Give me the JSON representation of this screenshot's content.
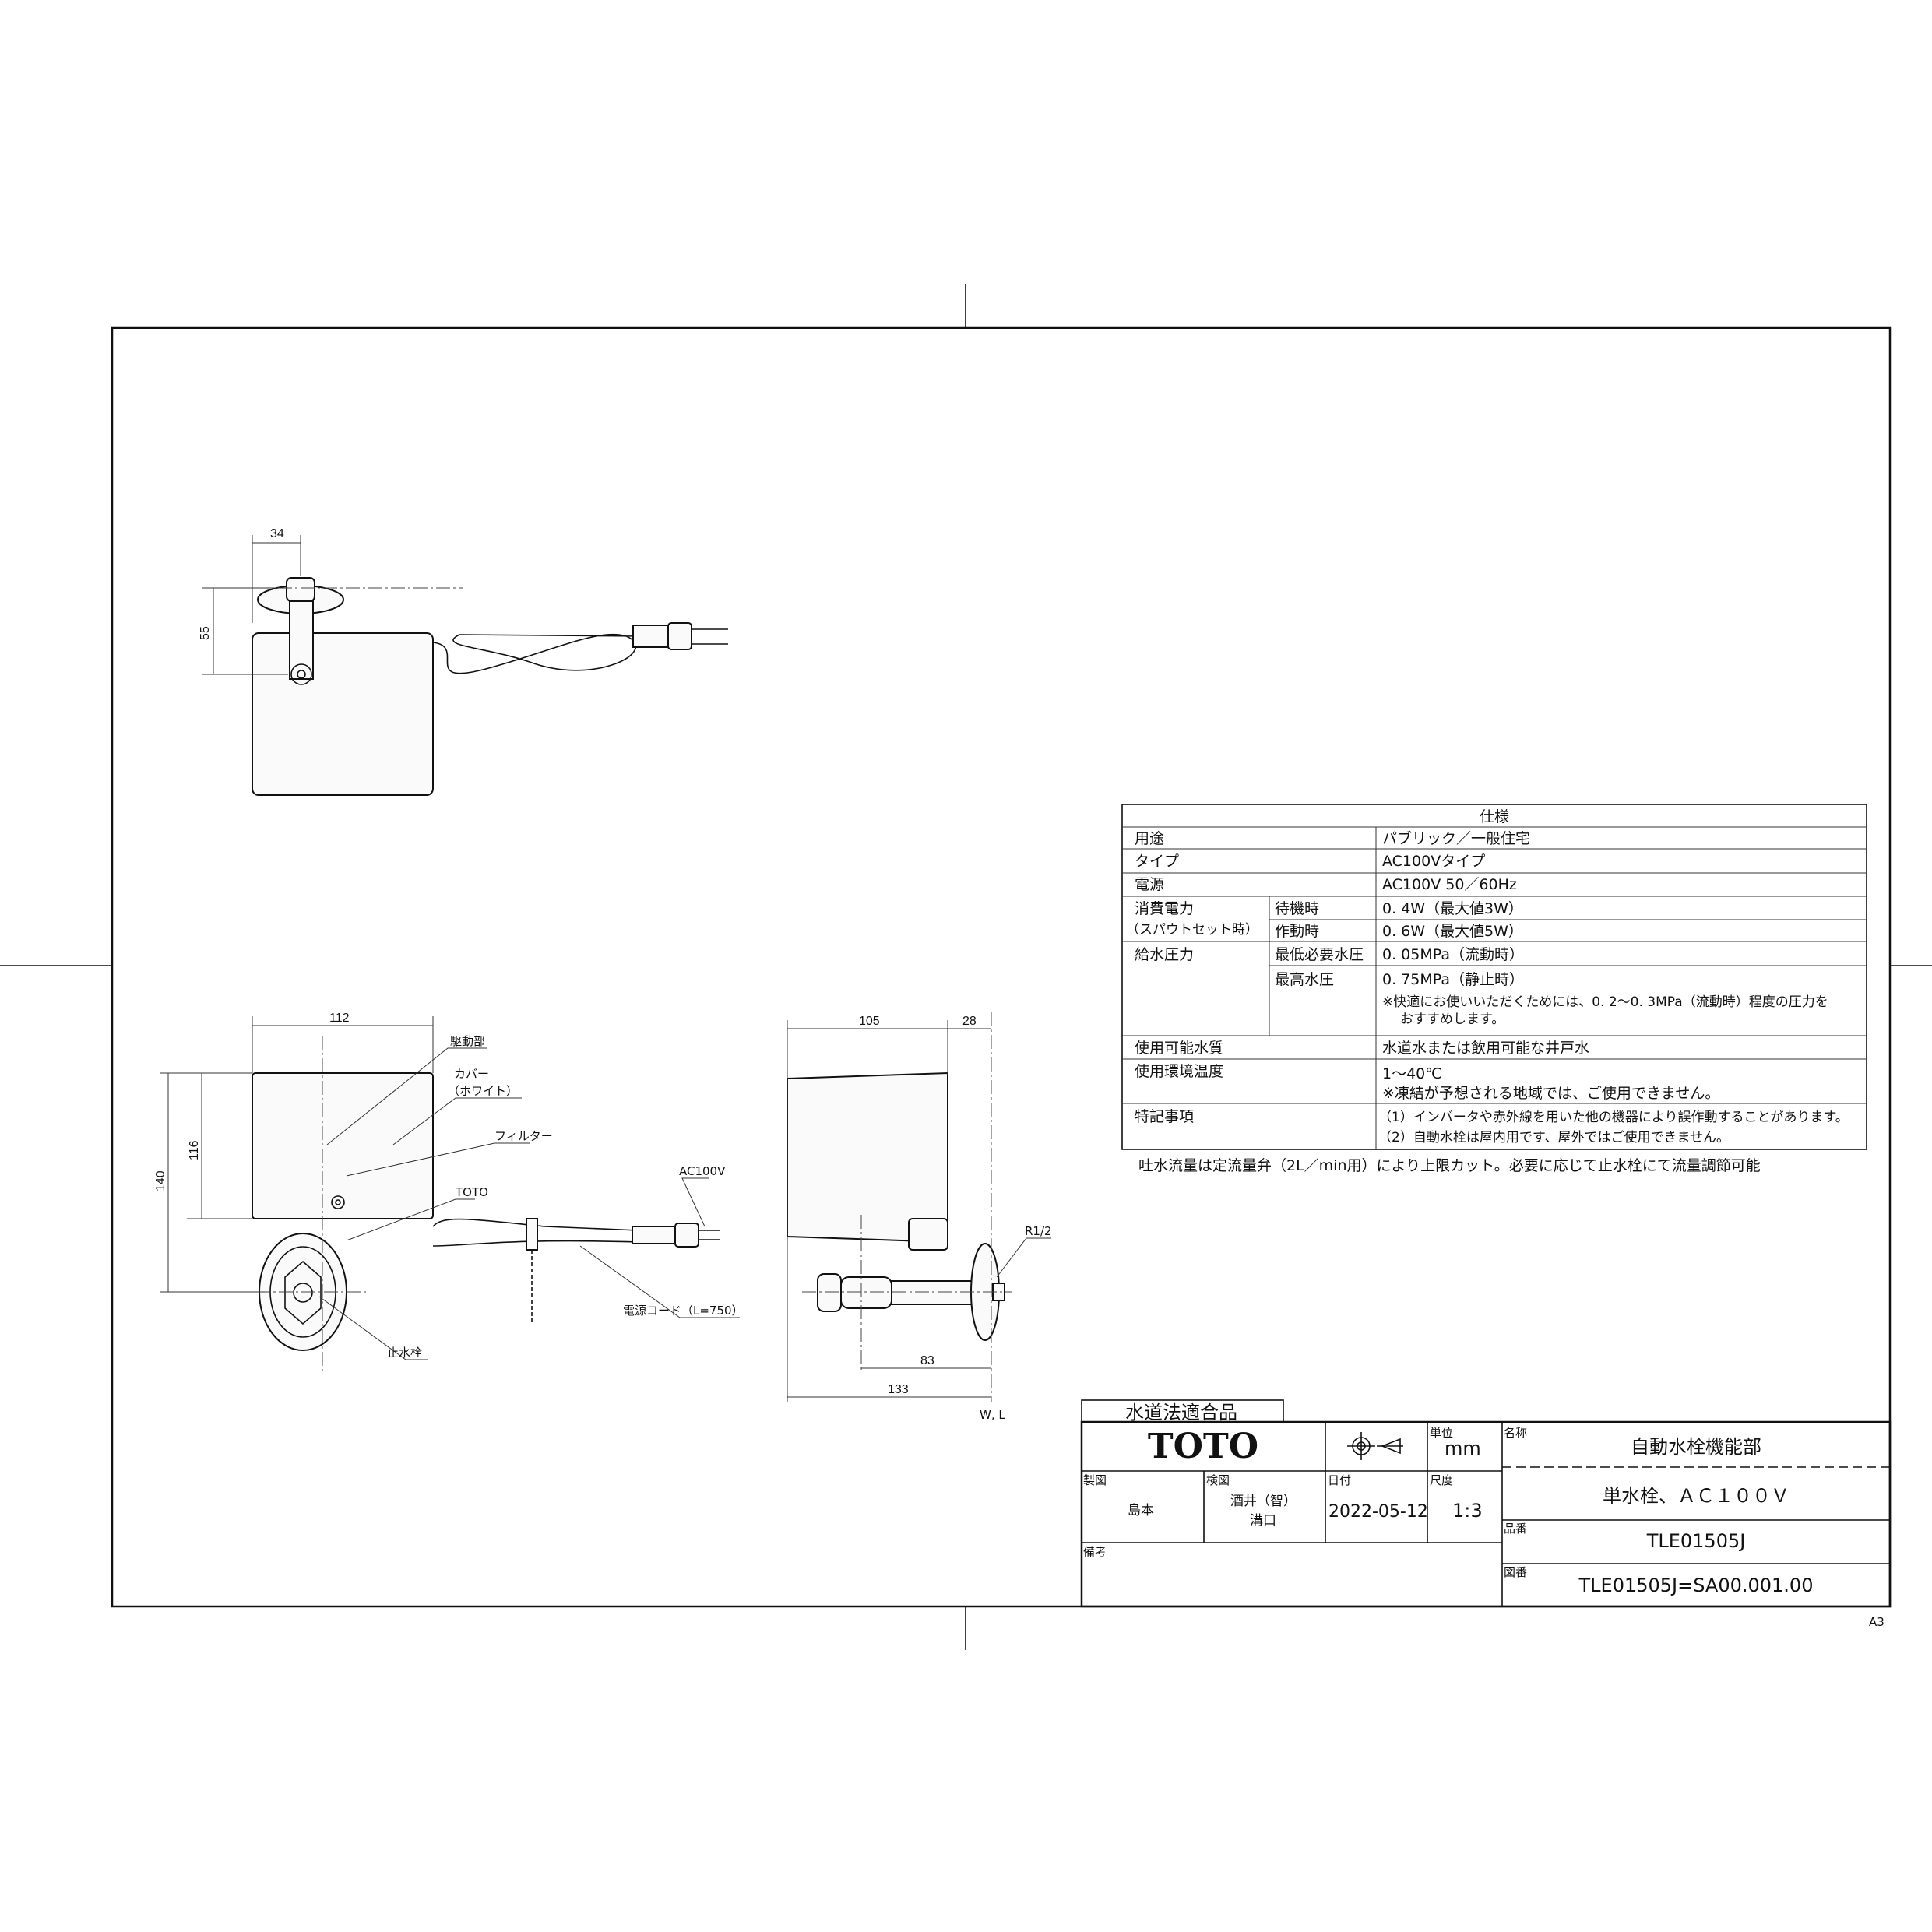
{
  "drawing": {
    "top_view": {
      "dim_width": "34",
      "dim_height": "55"
    },
    "front_view": {
      "dim_width": "112",
      "dim_total_height": "140",
      "dim_body_height": "116",
      "labels": {
        "drive": "駆動部",
        "cover": "カバー",
        "cover_color": "（ホワイト）",
        "filter": "フィルター",
        "logo": "TOTO",
        "voltage": "AC100V",
        "cord": "電源コード（L=750）",
        "stop_valve": "止水栓"
      }
    },
    "side_view": {
      "dim_depth": "105",
      "dim_offset": "28",
      "dim_pipe": "83",
      "dim_total": "133",
      "thread": "R1/2",
      "wall_line": "W, L"
    }
  },
  "spec_table": {
    "title": "仕様",
    "rows": [
      {
        "label": "用途",
        "value": "パブリック／一般住宅"
      },
      {
        "label": "タイプ",
        "value": "AC100Vタイプ"
      },
      {
        "label": "電源",
        "value": "AC100V  50／60Hz"
      },
      {
        "label": "消費電力",
        "label2": "（スパウトセット時）",
        "sub": [
          {
            "label": "待機時",
            "value": "0. 4W（最大値3W）"
          },
          {
            "label": "作動時",
            "value": "0. 6W（最大値5W）"
          }
        ]
      },
      {
        "label": "給水圧力",
        "sub": [
          {
            "label": "最低必要水圧",
            "value": "0. 05MPa（流動時）"
          },
          {
            "label": "最高水圧",
            "value": "0. 75MPa（静止時）",
            "note": "※快適にお使いいただくためには、0. 2～0. 3MPa（流動時）程度の圧力を",
            "note2": "おすすめします。"
          }
        ]
      },
      {
        "label": "使用可能水質",
        "value": "水道水または飲用可能な井戸水"
      },
      {
        "label": "使用環境温度",
        "value": "1～40℃",
        "note": "※凍結が予想される地域では、ご使用できません。"
      },
      {
        "label": "特記事項",
        "value": "（1）インバータや赤外線を用いた他の機器により誤作動することがあります。",
        "note": "（2）自動水栓は屋内用です、屋外ではご使用できません。"
      }
    ],
    "footnote": "吐水流量は定流量弁（2L／min用）により上限カット。必要に応じて止水栓にて流量調節可能"
  },
  "title_block": {
    "compliance": "水道法適合品",
    "brand": "TOTO",
    "unit_label": "単位",
    "unit": "mm",
    "drawn_label": "製図",
    "drawn_by": "島本",
    "checked_label": "検図",
    "checked_by_1": "酒井（智）",
    "checked_by_2": "溝口",
    "date_label": "日付",
    "date": "2022-05-12",
    "scale_label": "尺度",
    "scale": "1:3",
    "remarks_label": "備考",
    "name_label": "名称",
    "name": "自動水栓機能部",
    "subname": "単水栓、ＡＣ１００Ｖ",
    "part_label": "品番",
    "part_no": "TLE01505J",
    "drawing_label": "図番",
    "drawing_no": "TLE01505J=SA00.001.00"
  },
  "sheet_size": "A3"
}
